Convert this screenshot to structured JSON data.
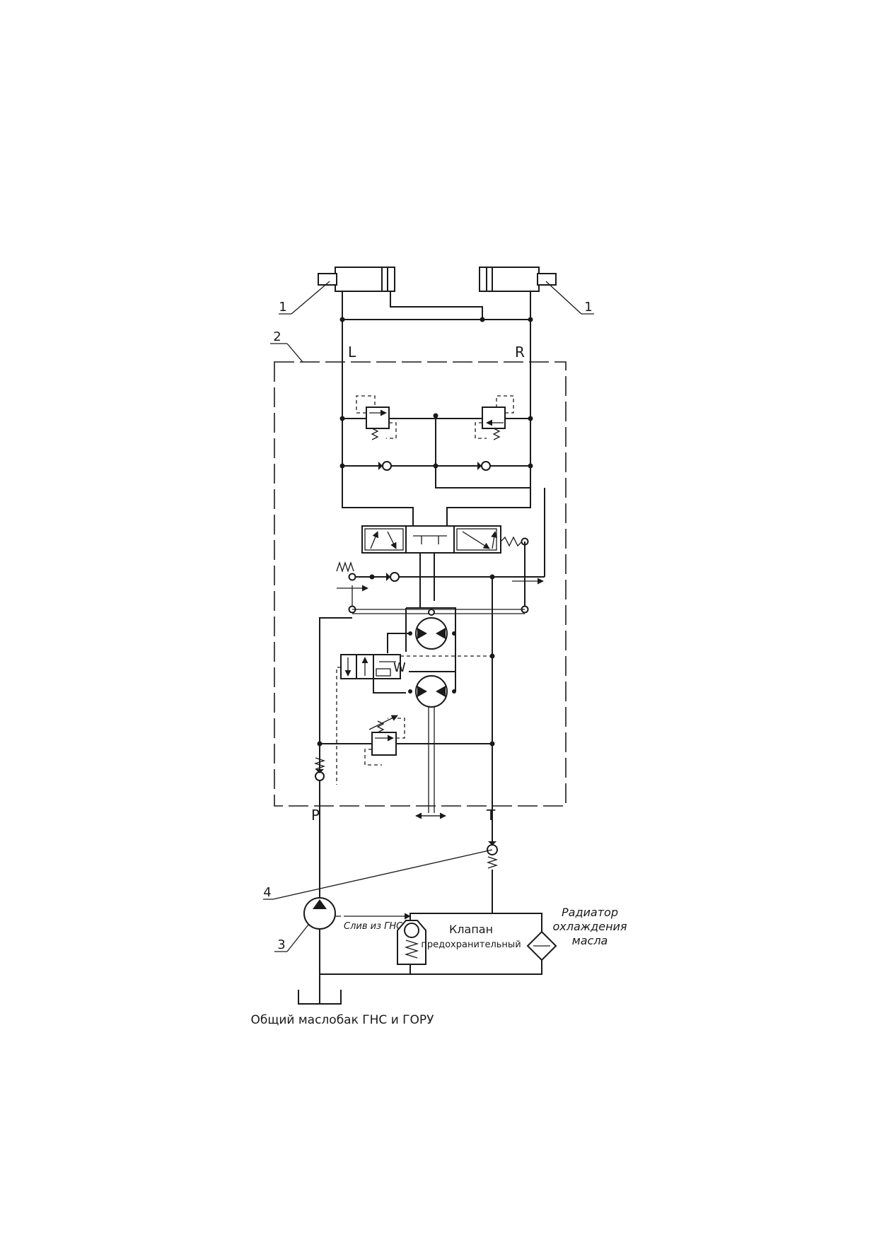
{
  "diagram": {
    "callouts": {
      "cylinder_left": "1",
      "cylinder_right": "1",
      "steering_unit": "2",
      "pump": "3",
      "check_valve": "4"
    },
    "ports": {
      "left": "L",
      "right": "R",
      "pressure": "P",
      "tank": "T",
      "load_sense": "W"
    },
    "labels": {
      "drain": "Слив из ГНС",
      "relief_valve_line1": "Клапан",
      "relief_valve_line2": "предохранительный",
      "radiator_line1": "Радиатор",
      "radiator_line2": "охлаждения",
      "radiator_line3": "масла",
      "tank": "Общий маслобак ГНС и ГОРУ"
    }
  }
}
